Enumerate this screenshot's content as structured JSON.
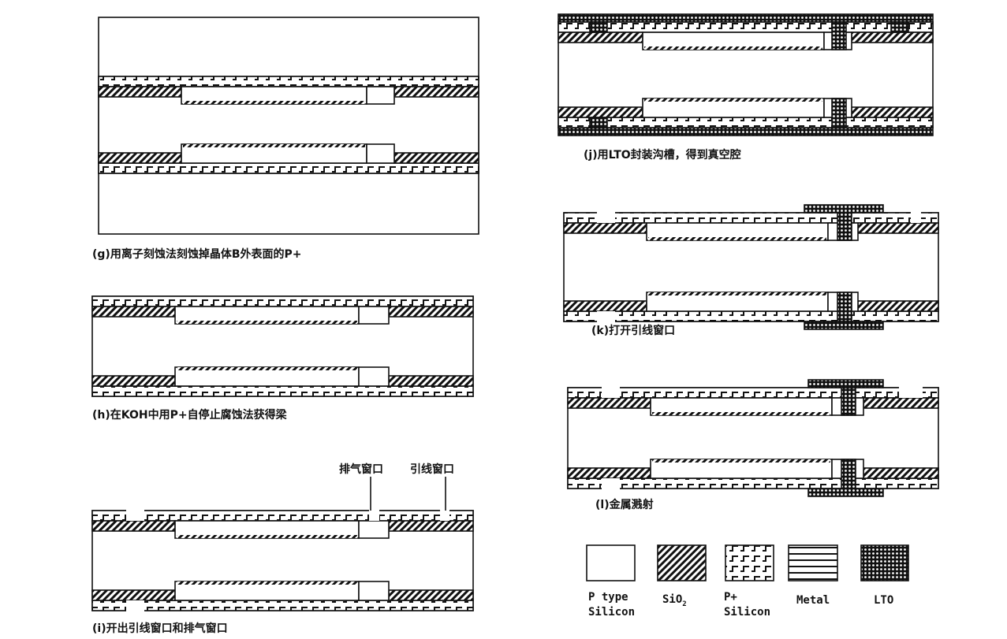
{
  "captions": {
    "g": "(g)用离子刻蚀法刻蚀掉晶体B外表面的P+",
    "h": "(h)在KOH中用P+自停止腐蚀法获得梁",
    "i": "(i)开出引线窗口和排气窗口",
    "j": "(j)用LTO封装沟槽，得到真空腔",
    "k": "(k)打开引线窗口",
    "l": "(l)金属溅射"
  },
  "annotations": {
    "vent_window": "排气窗口",
    "lead_window": "引线窗口"
  },
  "legend": [
    {
      "key": "ptype",
      "line1": "P type",
      "line2": "Silicon"
    },
    {
      "key": "sio2",
      "line1": "SiO",
      "sub": "2",
      "line2": ""
    },
    {
      "key": "pplus",
      "line1": "P+",
      "line2": "Silicon"
    },
    {
      "key": "metal",
      "line1": "Metal",
      "line2": ""
    },
    {
      "key": "lto",
      "line1": "LTO",
      "line2": ""
    }
  ]
}
